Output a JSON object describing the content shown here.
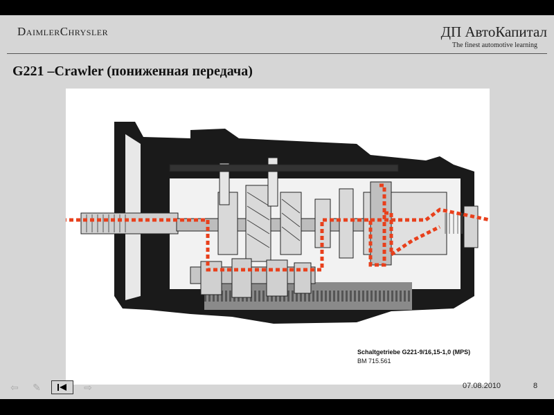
{
  "header": {
    "brand_left": "DaimlerChrysler",
    "brand_right": "ДП АвтоКапитал",
    "tagline": "The finest automotive learning"
  },
  "slide": {
    "title": "G221 –Crawler (пониженная передача)"
  },
  "figure": {
    "caption_line1": "Schaltgetriebe G221-9/16,15-1,0 (MPS)",
    "caption_line2": "BM 715.561"
  },
  "footer": {
    "date": "07.08.2010",
    "page_number": "8"
  },
  "nav": {
    "back_icon": "arrow-left-icon",
    "edit_icon": "pencil-icon",
    "end_icon": "skip-to-start-icon",
    "forward_icon": "arrow-right-icon"
  },
  "colors": {
    "slide_bg": "#d6d6d6",
    "frame": "#000000",
    "power_flow": "#e8401c"
  }
}
